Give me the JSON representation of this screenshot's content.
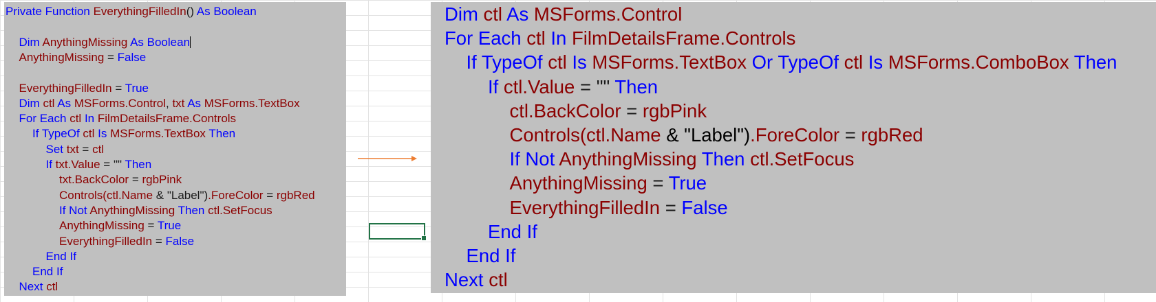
{
  "palette": {
    "keyword": "#0000ff",
    "identifier": "#8b0000",
    "plain": "#1a1a1a",
    "panel_bg": "#c0c0c0",
    "arrow": "#ed7d31",
    "cell_selection": "#217346"
  },
  "left_code": {
    "lines": [
      {
        "indent": 0,
        "tokens": [
          [
            "Private Function ",
            "kw"
          ],
          [
            "EverythingFilledIn",
            "id"
          ],
          [
            "() ",
            "pl"
          ],
          [
            "As Boolean",
            "kw"
          ]
        ]
      },
      {
        "indent": 0,
        "tokens": []
      },
      {
        "indent": 1,
        "tokens": [
          [
            "Dim ",
            "kw"
          ],
          [
            "AnythingMissing ",
            "id"
          ],
          [
            "As Boolean",
            "kw"
          ]
        ],
        "caret": true
      },
      {
        "indent": 1,
        "tokens": [
          [
            "AnythingMissing ",
            "id"
          ],
          [
            "= ",
            "pl"
          ],
          [
            "False",
            "kw"
          ]
        ]
      },
      {
        "indent": 0,
        "tokens": []
      },
      {
        "indent": 1,
        "tokens": [
          [
            "EverythingFilledIn ",
            "id"
          ],
          [
            "= ",
            "pl"
          ],
          [
            "True",
            "kw"
          ]
        ]
      },
      {
        "indent": 1,
        "tokens": [
          [
            "Dim ",
            "kw"
          ],
          [
            "ctl ",
            "id"
          ],
          [
            "As ",
            "kw"
          ],
          [
            "MSForms.Control",
            "id"
          ],
          [
            ", ",
            "pl"
          ],
          [
            "txt ",
            "id"
          ],
          [
            "As ",
            "kw"
          ],
          [
            "MSForms.TextBox",
            "id"
          ]
        ]
      },
      {
        "indent": 1,
        "tokens": [
          [
            "For Each ",
            "kw"
          ],
          [
            "ctl ",
            "id"
          ],
          [
            "In ",
            "kw"
          ],
          [
            "FilmDetailsFrame.Controls",
            "id"
          ]
        ]
      },
      {
        "indent": 2,
        "tokens": [
          [
            "If TypeOf ",
            "kw"
          ],
          [
            "ctl ",
            "id"
          ],
          [
            "Is ",
            "kw"
          ],
          [
            "MSForms.TextBox ",
            "id"
          ],
          [
            "Then",
            "kw"
          ]
        ]
      },
      {
        "indent": 3,
        "tokens": [
          [
            "Set ",
            "kw"
          ],
          [
            "txt ",
            "id"
          ],
          [
            "= ",
            "pl"
          ],
          [
            "ctl",
            "id"
          ]
        ]
      },
      {
        "indent": 3,
        "tokens": [
          [
            "If ",
            "kw"
          ],
          [
            "txt.Value ",
            "id"
          ],
          [
            "= \"\" ",
            "pl"
          ],
          [
            "Then",
            "kw"
          ]
        ]
      },
      {
        "indent": 4,
        "tokens": [
          [
            "txt.BackColor ",
            "id"
          ],
          [
            "= ",
            "pl"
          ],
          [
            "rgbPink",
            "id"
          ]
        ]
      },
      {
        "indent": 4,
        "tokens": [
          [
            "Controls(ctl.Name ",
            "id"
          ],
          [
            "& \"Label\")",
            "pl"
          ],
          [
            ".ForeColor ",
            "id"
          ],
          [
            "= ",
            "pl"
          ],
          [
            "rgbRed",
            "id"
          ]
        ]
      },
      {
        "indent": 4,
        "tokens": [
          [
            "If Not ",
            "kw"
          ],
          [
            "AnythingMissing ",
            "id"
          ],
          [
            "Then ",
            "kw"
          ],
          [
            "ctl.SetFocus",
            "id"
          ]
        ]
      },
      {
        "indent": 4,
        "tokens": [
          [
            "AnythingMissing ",
            "id"
          ],
          [
            "= ",
            "pl"
          ],
          [
            "True",
            "kw"
          ]
        ]
      },
      {
        "indent": 4,
        "tokens": [
          [
            "EverythingFilledIn ",
            "id"
          ],
          [
            "= ",
            "pl"
          ],
          [
            "False",
            "kw"
          ]
        ]
      },
      {
        "indent": 3,
        "tokens": [
          [
            "End If",
            "kw"
          ]
        ]
      },
      {
        "indent": 2,
        "tokens": [
          [
            "End If",
            "kw"
          ]
        ]
      },
      {
        "indent": 1,
        "tokens": [
          [
            "Next ",
            "kw"
          ],
          [
            "ctl",
            "id"
          ]
        ]
      }
    ]
  },
  "right_code": {
    "lines": [
      {
        "indent": 0,
        "tokens": [
          [
            "Dim ",
            "kw"
          ],
          [
            "ctl ",
            "id"
          ],
          [
            "As ",
            "kw"
          ],
          [
            "MSForms.Control",
            "id"
          ]
        ]
      },
      {
        "indent": 0,
        "tokens": [
          [
            "For Each ",
            "kw"
          ],
          [
            "ctl ",
            "id"
          ],
          [
            "In ",
            "kw"
          ],
          [
            "FilmDetailsFrame.Controls",
            "id"
          ]
        ]
      },
      {
        "indent": 1,
        "tokens": [
          [
            "If TypeOf ",
            "kw"
          ],
          [
            "ctl ",
            "id"
          ],
          [
            "Is ",
            "kw"
          ],
          [
            "MSForms.TextBox ",
            "id"
          ],
          [
            "Or TypeOf ",
            "kw"
          ],
          [
            "ctl ",
            "id"
          ],
          [
            "Is ",
            "kw"
          ],
          [
            "MSForms.ComboBox ",
            "id"
          ],
          [
            "Then",
            "kw"
          ]
        ]
      },
      {
        "indent": 2,
        "tokens": [
          [
            "If ",
            "kw"
          ],
          [
            "ctl.Value ",
            "id"
          ],
          [
            "= \"\" ",
            "pl"
          ],
          [
            "Then",
            "kw"
          ]
        ]
      },
      {
        "indent": 3,
        "tokens": [
          [
            "ctl.BackColor ",
            "id"
          ],
          [
            "= ",
            "pl"
          ],
          [
            "rgbPink",
            "id"
          ]
        ]
      },
      {
        "indent": 3,
        "tokens": [
          [
            "Controls(ctl.Name ",
            "id"
          ],
          [
            "& \"Label\")",
            "st"
          ],
          [
            ".ForeColor ",
            "id"
          ],
          [
            "= ",
            "pl"
          ],
          [
            "rgbRed",
            "id"
          ]
        ]
      },
      {
        "indent": 3,
        "tokens": [
          [
            "If Not ",
            "kw"
          ],
          [
            "AnythingMissing ",
            "id"
          ],
          [
            "Then ",
            "kw"
          ],
          [
            "ctl.SetFocus",
            "id"
          ]
        ]
      },
      {
        "indent": 3,
        "tokens": [
          [
            "AnythingMissing ",
            "id"
          ],
          [
            "= ",
            "pl"
          ],
          [
            "True",
            "kw"
          ]
        ]
      },
      {
        "indent": 3,
        "tokens": [
          [
            "EverythingFilledIn ",
            "id"
          ],
          [
            "= ",
            "pl"
          ],
          [
            "False",
            "kw"
          ]
        ]
      },
      {
        "indent": 2,
        "tokens": [
          [
            "End If",
            "kw"
          ]
        ]
      },
      {
        "indent": 1,
        "tokens": [
          [
            "End If",
            "kw"
          ]
        ]
      },
      {
        "indent": 0,
        "tokens": [
          [
            "Next ",
            "kw"
          ],
          [
            "ctl",
            "id"
          ]
        ]
      }
    ]
  },
  "icons": {
    "arrow": "right-arrow-icon"
  }
}
